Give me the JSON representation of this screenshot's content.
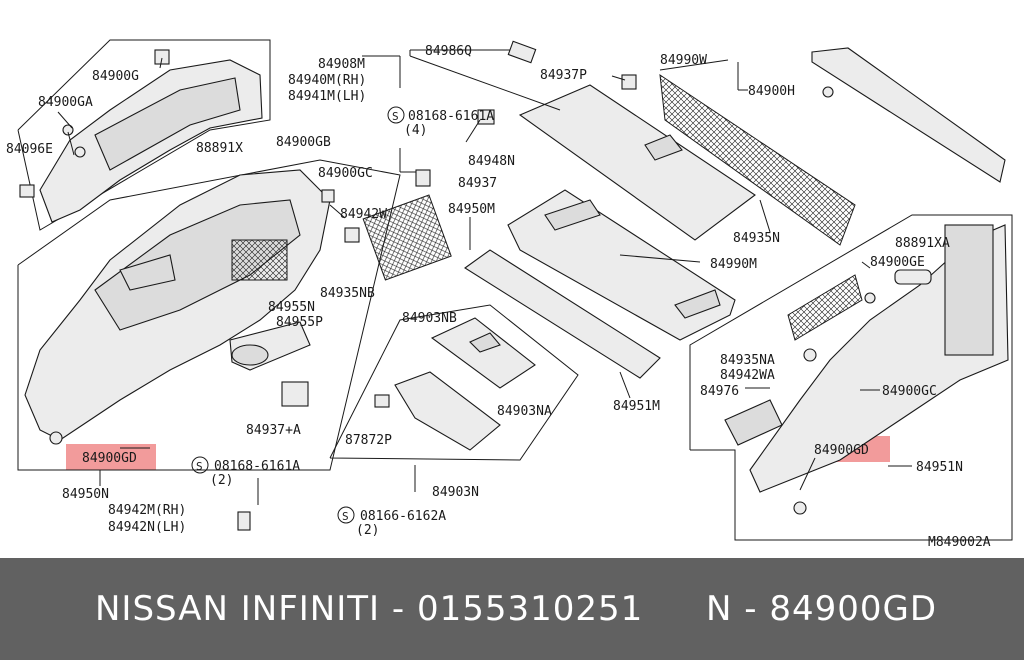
{
  "labels": {
    "l84900g": "84900G",
    "l84900ga": "84900GA",
    "l84096e": "84096E",
    "l84940m": "84940M(RH)",
    "l84941m": "84941M(LH)",
    "l84908m": "84908M",
    "l84986q": "84986Q",
    "l84937p": "84937P",
    "l84990w": "84990W",
    "l84900h": "84900H",
    "l08168a": "08168-6161A",
    "l08168a_qty": "(4)",
    "l88891x": "88891X",
    "l84900gb": "84900GB",
    "l84948n": "84948N",
    "l84900gc": "84900GC",
    "l84937": "84937",
    "l84942w": "84942W",
    "l84950m": "84950M",
    "l84935n": "84935N",
    "l84935nb": "84935NB",
    "l84990m": "84990M",
    "l88891xa": "88891XA",
    "l84900ge": "84900GE",
    "l84955n": "84955N",
    "l84955p": "84955P",
    "l84903nb": "84903NB",
    "l84903na": "84903NA",
    "l84935na": "84935NA",
    "l84942wa": "84942WA",
    "l84976": "84976",
    "l84900gc2": "84900GC",
    "l84951m": "84951M",
    "l84937a": "84937+A",
    "l87872p": "87872P",
    "l84900gd_left": "84900GD",
    "l84900gd_right": "84900GD",
    "l84951n": "84951N",
    "l08168b": "08168-6161A",
    "l08168b_qty": "(2)",
    "l84950n": "84950N",
    "l84903n": "84903N",
    "l84942m": "84942M(RH)",
    "l84942n": "84942N(LH)",
    "l08166": "08166-6162A",
    "l08166_qty": "(2)",
    "diagram_id": "M849002A"
  },
  "footer": {
    "brand": "NISSAN INFINITI - 0155310251",
    "part": "N - 84900GD"
  },
  "colors": {
    "highlight": "#f08a8a",
    "footer_bg": "#616161",
    "footer_text": "#ffffff"
  }
}
